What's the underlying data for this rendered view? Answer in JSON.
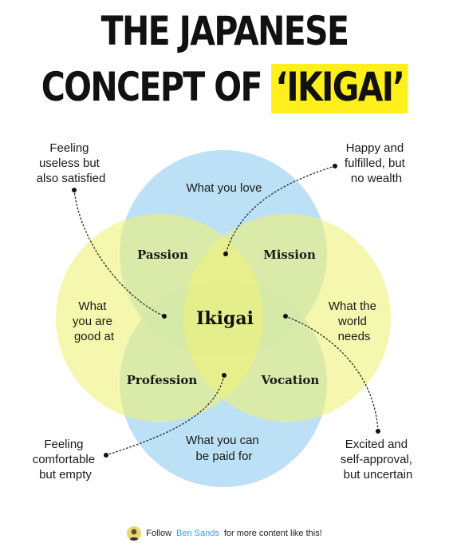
{
  "title": {
    "line1": "THE JAPANESE",
    "line2_prefix": "CONCEPT OF",
    "line2_highlight": "‘IKIGAI’"
  },
  "colors": {
    "yellow_circle": "#eef27a",
    "blue_circle": "#a9d7f2",
    "highlight": "#ffef1c",
    "author_link": "#2aa3e8"
  },
  "circles": {
    "top": "What you love",
    "left": [
      "What",
      "you are",
      "good at"
    ],
    "right": [
      "What the",
      "world",
      "needs"
    ],
    "bottom": [
      "What you can",
      "be paid for"
    ]
  },
  "overlaps": {
    "passion": "Passion",
    "mission": "Mission",
    "profession": "Profession",
    "vocation": "Vocation",
    "center": "Ikigai"
  },
  "callouts": {
    "top_left": [
      "Feeling",
      "useless but",
      "also satisfied"
    ],
    "top_right": [
      "Happy and",
      "fulfilled, but",
      "no wealth"
    ],
    "bottom_left": [
      "Feeling",
      "comfortable",
      "but empty"
    ],
    "bottom_right": [
      "Excited and",
      "self-approval,",
      "but uncertain"
    ]
  },
  "footer": {
    "prefix": "Follow",
    "author": "Ben Sands",
    "suffix": "for more content like this!"
  }
}
